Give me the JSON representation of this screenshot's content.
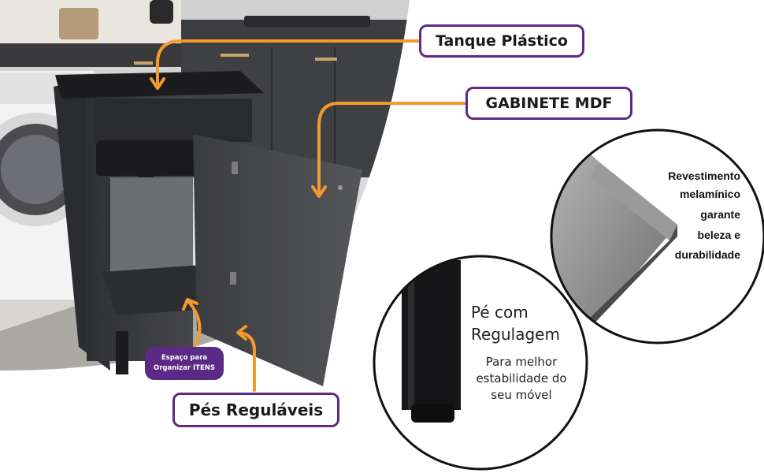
{
  "callouts": {
    "tanque": "Tanque Plástico",
    "gabinete": "GABINETE MDF",
    "pes": "Pés Reguláveis"
  },
  "badge": {
    "line1": "Espaço para",
    "line2": "Organizar ITENS"
  },
  "foot_detail": {
    "title_line1": "Pé com",
    "title_line2": "Regulagem",
    "sub_line1": "Para melhor",
    "sub_line2": "estabilidade do",
    "sub_line3": "seu móvel"
  },
  "coating_detail": {
    "line1": "Revestimento",
    "line2": "melamínico",
    "line3": "garante",
    "line4": "beleza e",
    "line5": "durabilidade"
  },
  "colors": {
    "accent_purple": "#5b2a86",
    "arrow_orange": "#f39a2e",
    "cabinet_dark": "#3a3b3e"
  },
  "icons": {
    "arrow_tanque": "curved-arrow-icon",
    "arrow_gabinete": "curved-arrow-icon",
    "arrow_pes": "curved-arrow-icon",
    "arrow_espaco": "curved-arrow-icon"
  }
}
